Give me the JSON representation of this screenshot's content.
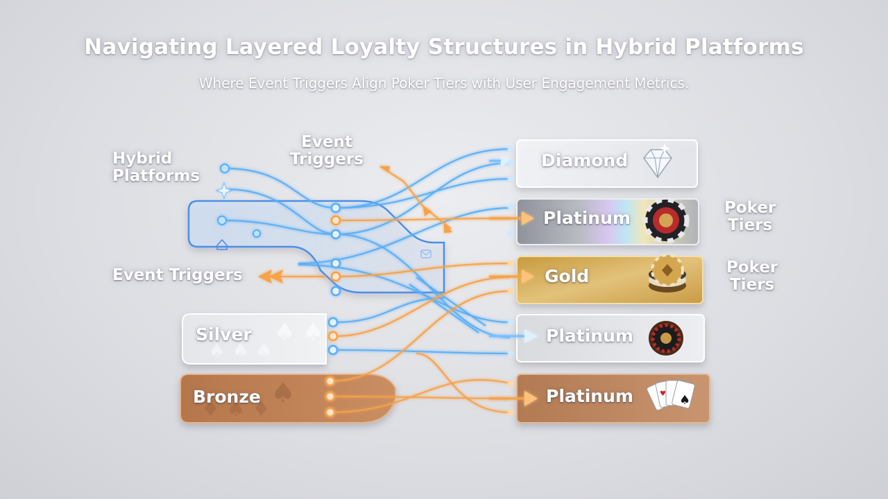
{
  "header": {
    "title": "Navigating Layered Loyalty Structures in Hybrid Platforms",
    "subtitle": "Where Event Triggers Align Poker Tiers with User Engagement Metrics."
  },
  "labels": {
    "hybrid_line1": "Hybrid",
    "hybrid_line2": "Platforms",
    "event_top_line1": "Event",
    "event_top_line2": "Triggers",
    "event_left": "Event Triggers",
    "poker_tiers_1_line1": "Poker",
    "poker_tiers_1_line2": "Tiers",
    "poker_tiers_2_line1": "Poker",
    "poker_tiers_2_line2": "Tiers"
  },
  "source_tiers": {
    "silver": "Silver",
    "bronze": "Bronze"
  },
  "target_tiers": [
    {
      "label": "Diamond",
      "icon": "diamond-icon"
    },
    {
      "label": "Platinum",
      "icon": "poker-chip-icon"
    },
    {
      "label": "Gold",
      "icon": "gold-chip-icon"
    },
    {
      "label": "Platinum",
      "icon": "roulette-wheel-icon"
    },
    {
      "label": "Platinum",
      "icon": "playing-cards-icon"
    }
  ],
  "colors": {
    "blue_flow": "#5aaef5",
    "orange_flow": "#f5a24a",
    "gold": "#d9ae54",
    "bronze": "#b97a4f",
    "silver": "#d8dade",
    "diamond": "#eef0f4",
    "platinum": "#c9cbd1"
  }
}
